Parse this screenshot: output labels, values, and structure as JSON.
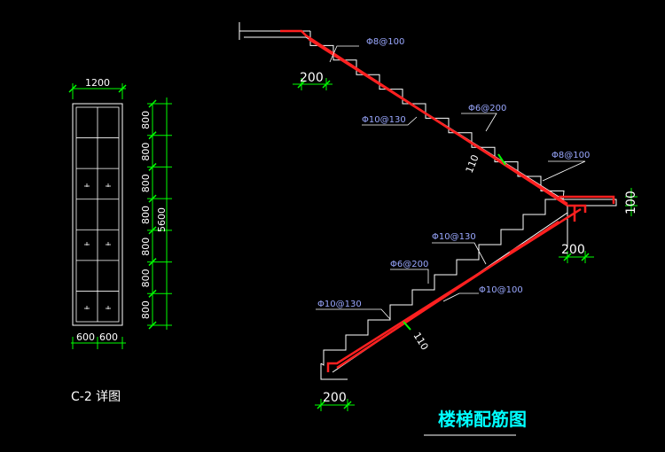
{
  "drawing": {
    "title": "楼梯配筋图",
    "detail_label": "C-2 详图"
  },
  "plan": {
    "width_top": "1200",
    "height_total": "5600",
    "segment_label": "800",
    "bottom_left": "600",
    "bottom_right": "600"
  },
  "section": {
    "rebar_top_1": "Φ8@100",
    "rebar_top_2": "Φ6@200",
    "rebar_top_3": "Φ10@130",
    "rebar_top_4": "Φ8@100",
    "rebar_bot_1": "Φ10@130",
    "rebar_bot_2": "Φ6@200",
    "rebar_bot_3": "Φ10@100",
    "rebar_bot_4": "Φ10@130",
    "dim_200_a": "200",
    "dim_200_b": "200",
    "dim_200_c": "200",
    "dim_100": "100",
    "dim_110_a": "110",
    "dim_110_b": "110"
  }
}
